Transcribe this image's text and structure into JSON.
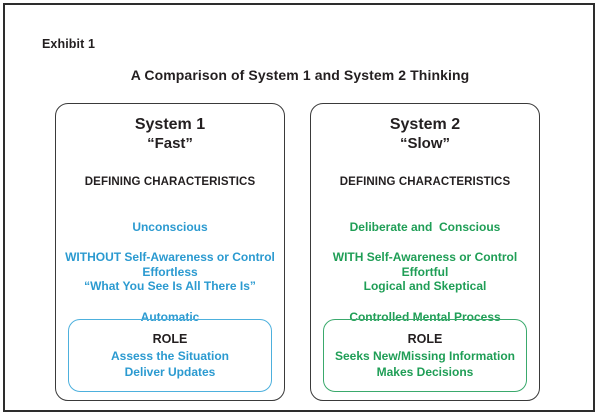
{
  "exhibit_label": "Exhibit 1",
  "title": "A Comparison of System 1 and System 2 Thinking",
  "colors": {
    "system1_accent": "#2b9ad0",
    "system2_accent": "#1f9e56",
    "text": "#231f20",
    "border": "#2d2d2d"
  },
  "panels": [
    {
      "heading": "System 1",
      "subheading": "“Fast”",
      "section_label": "DEFINING CHARACTERISTICS",
      "characteristics": [
        "Unconscious",
        "Effortless",
        "Automatic"
      ],
      "awareness": "WITHOUT Self-Awareness or Control",
      "principle": "“What You See Is All There Is”",
      "role_label": "ROLE",
      "role_items": [
        "Assess the Situation",
        "Deliver Updates"
      ]
    },
    {
      "heading": "System 2",
      "subheading": "“Slow”",
      "section_label": "DEFINING CHARACTERISTICS",
      "characteristics": [
        "Deliberate and  Conscious",
        "Effortful",
        "Controlled Mental Process"
      ],
      "awareness": "WITH Self-Awareness or Control",
      "principle": "Logical and Skeptical",
      "role_label": "ROLE",
      "role_items": [
        "Seeks New/Missing Information",
        "Makes Decisions"
      ]
    }
  ]
}
